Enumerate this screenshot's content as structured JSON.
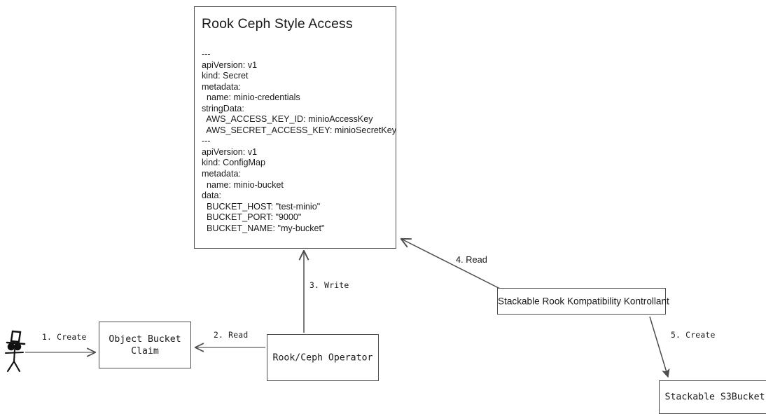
{
  "diagram": {
    "title": "Rook Ceph Style Access",
    "type": "flow-diagram",
    "background_color": "#ffffff",
    "stroke_color": "#4d4d4d",
    "text_color": "#1a1a1a"
  },
  "yaml_card": {
    "heading": "Rook Ceph Style Access",
    "content": "---\napiVersion: v1\nkind: Secret\nmetadata:\n  name: minio-credentials\nstringData:\n  AWS_ACCESS_KEY_ID: minioAccessKey\n  AWS_SECRET_ACCESS_KEY: minioSecretKey\n---\napiVersion: v1\nkind: ConfigMap\nmetadata:\n  name: minio-bucket\ndata:\n  BUCKET_HOST: \"test-minio\"\n  BUCKET_PORT: \"9000\"\n  BUCKET_NAME: \"my-bucket\"",
    "lines": [
      "---",
      "apiVersion: v1",
      "kind: Secret",
      "metadata:",
      "  name: minio-credentials",
      "stringData:",
      "  AWS_ACCESS_KEY_ID: minioAccessKey",
      "  AWS_SECRET_ACCESS_KEY: minioSecretKey",
      "---",
      "apiVersion: v1",
      "kind: ConfigMap",
      "metadata:",
      "  name: minio-bucket",
      "data:",
      "  BUCKET_HOST: \"test-minio\"",
      "  BUCKET_PORT: \"9000\"",
      "  BUCKET_NAME: \"my-bucket\""
    ]
  },
  "nodes": {
    "actor": {
      "label": "",
      "icon": "stick-figure-actor"
    },
    "object_bucket_claim": {
      "label": "Object Bucket\nClaim"
    },
    "operator": {
      "label": "Rook/Ceph Operator"
    },
    "srkk": {
      "label": "Stackable Rook Kompatibility Kontrollant"
    },
    "s3bucket": {
      "label": "Stackable S3Bucket"
    }
  },
  "edges": [
    {
      "id": "create-1",
      "label": "1. Create",
      "from": "actor",
      "to": "object_bucket_claim"
    },
    {
      "id": "read-2",
      "label": "2. Read",
      "from": "operator",
      "to": "object_bucket_claim"
    },
    {
      "id": "write-3",
      "label": "3. Write",
      "from": "operator",
      "to": "yaml_card"
    },
    {
      "id": "read-4",
      "label": "4. Read",
      "from": "srkk",
      "to": "yaml_card"
    },
    {
      "id": "create-5",
      "label": "5. Create",
      "from": "srkk",
      "to": "s3bucket"
    }
  ]
}
